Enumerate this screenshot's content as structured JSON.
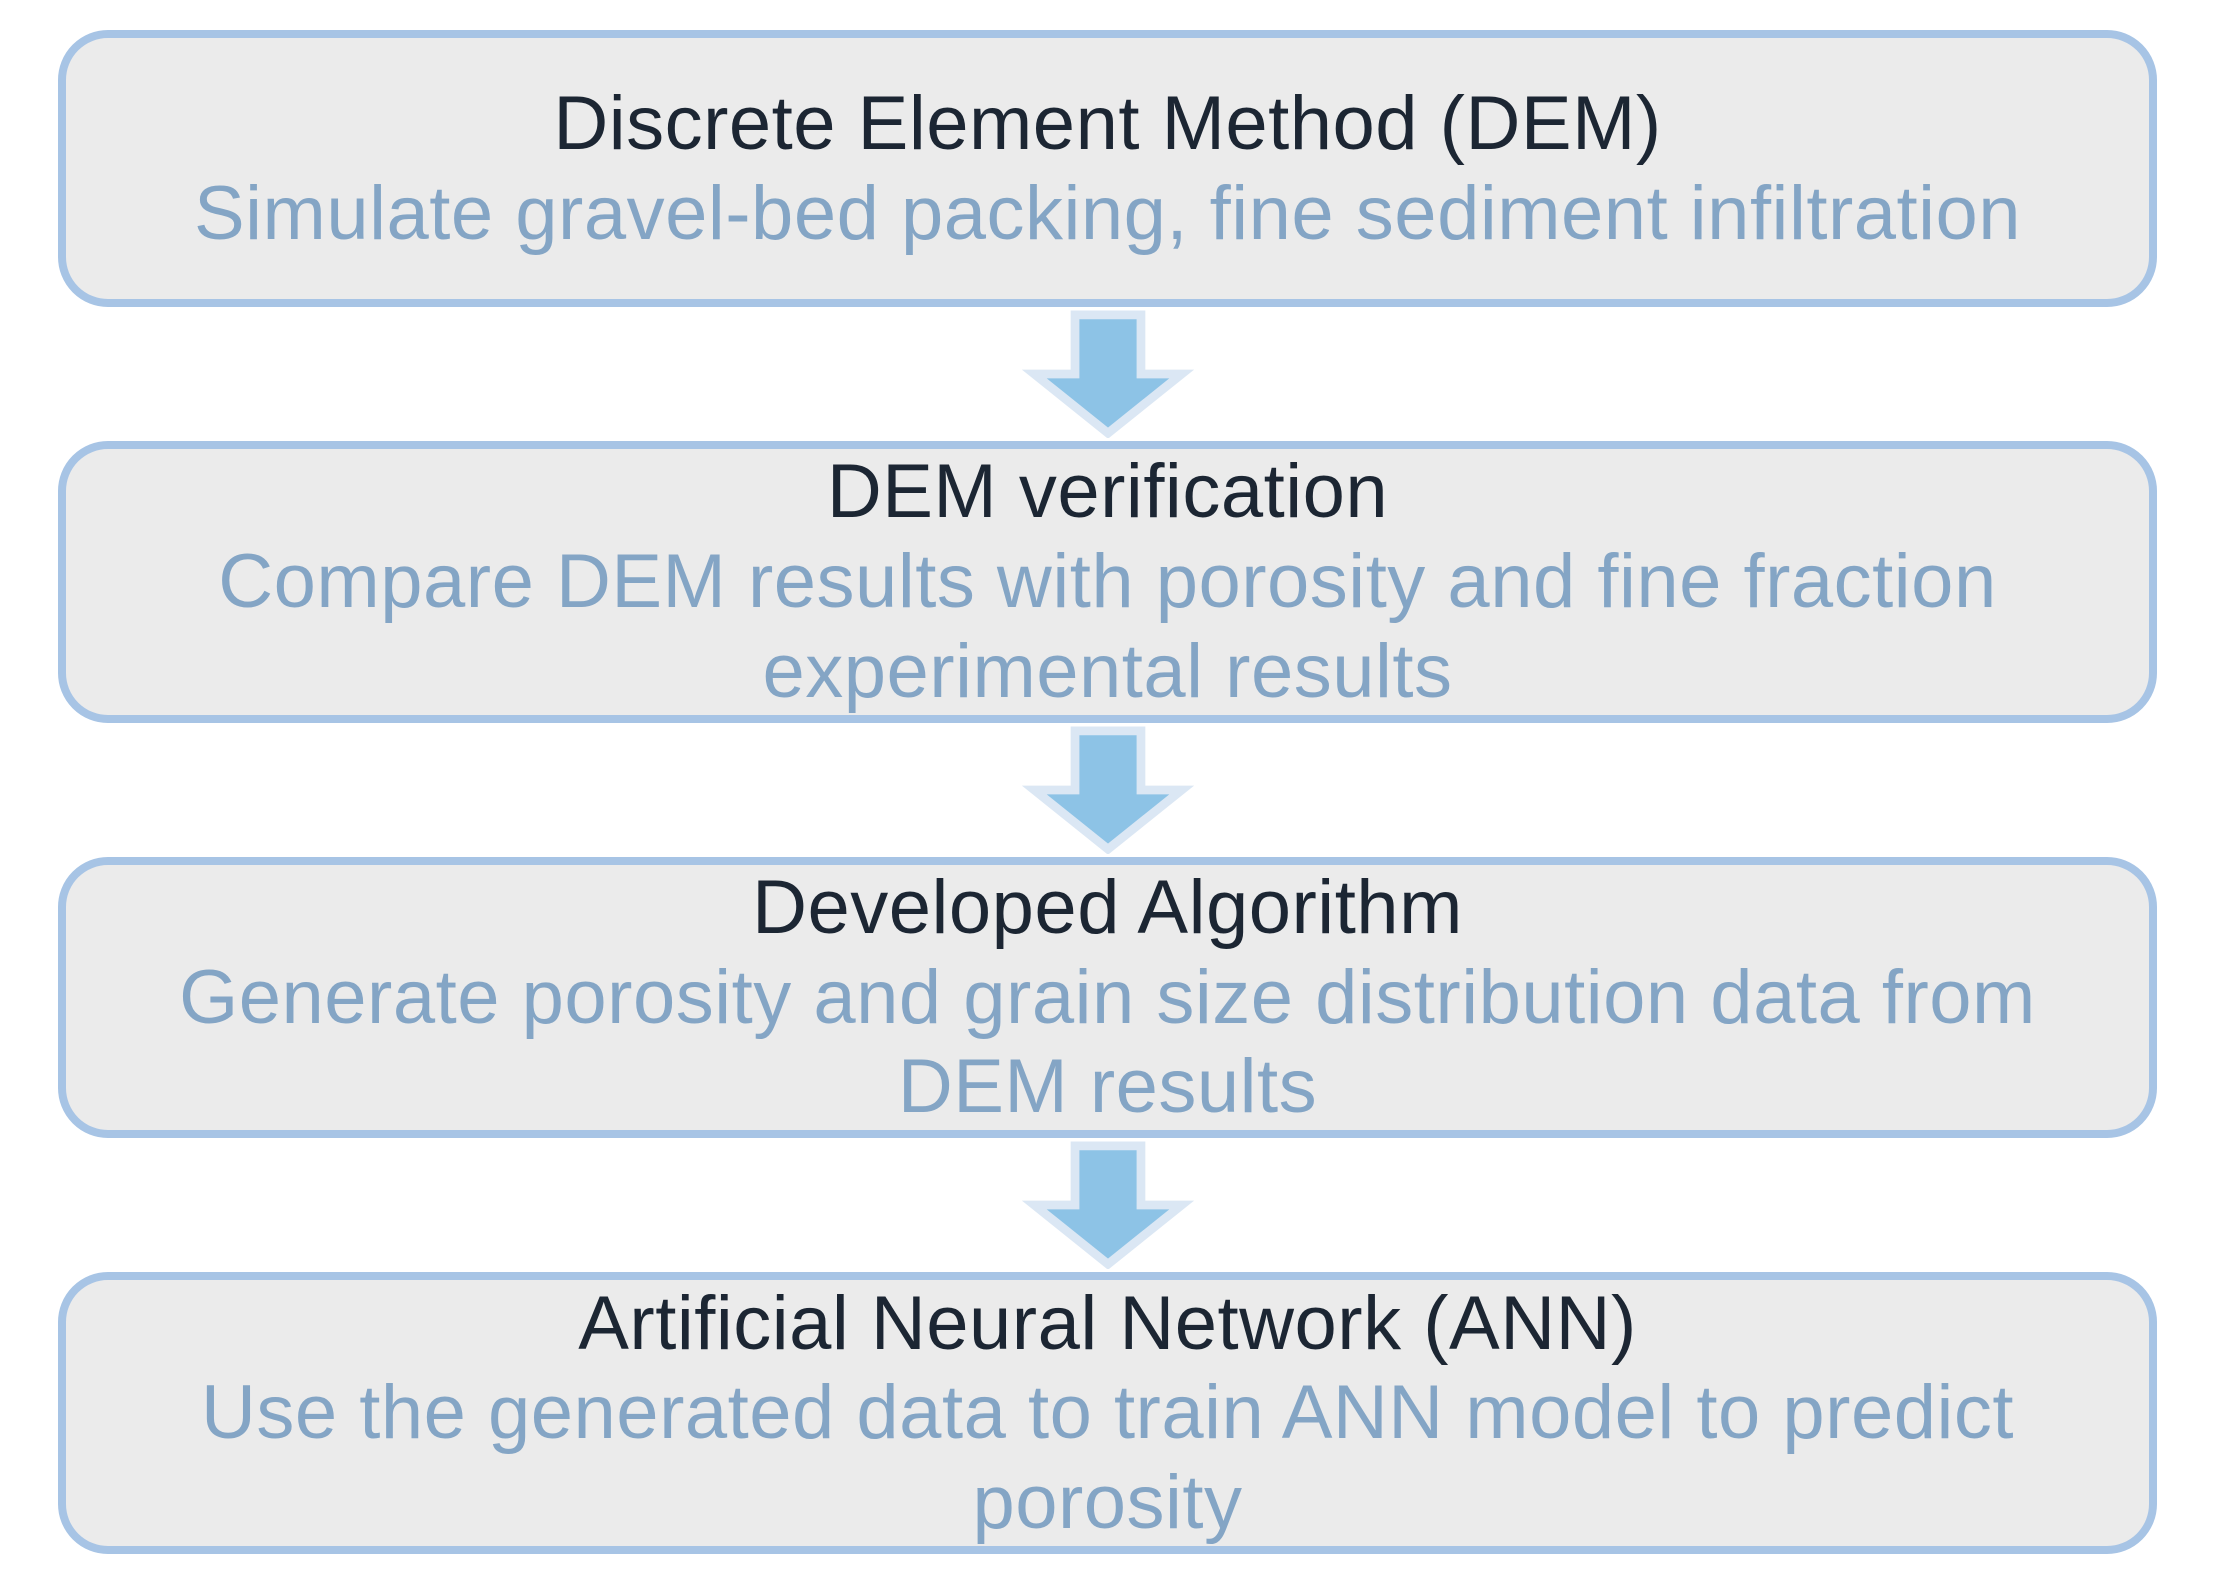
{
  "diagram": {
    "steps": [
      {
        "title": "Discrete Element Method (DEM)",
        "desc_lines": [
          "Simulate gravel-bed packing, fine sediment infiltration"
        ]
      },
      {
        "title": "DEM verification",
        "desc_lines": [
          "Compare DEM results with porosity and fine fraction",
          "experimental results"
        ]
      },
      {
        "title": "Developed Algorithm",
        "desc_lines": [
          "Generate porosity and grain size distribution data from",
          "DEM results"
        ]
      },
      {
        "title": "Artificial Neural Network (ANN)",
        "desc_lines": [
          "Use the generated data to train ANN model to predict",
          "porosity"
        ]
      }
    ],
    "connector_icon": "down-arrow-icon"
  },
  "colors": {
    "page-bg": "#ffffff",
    "box-fill": "#ebebeb",
    "box-border": "#a7c4e5",
    "title-color": "#1c2633",
    "desc-color": "#84a5c5",
    "arrow-fill": "#8dc3e6",
    "arrow-outline": "#dbe7f4"
  }
}
